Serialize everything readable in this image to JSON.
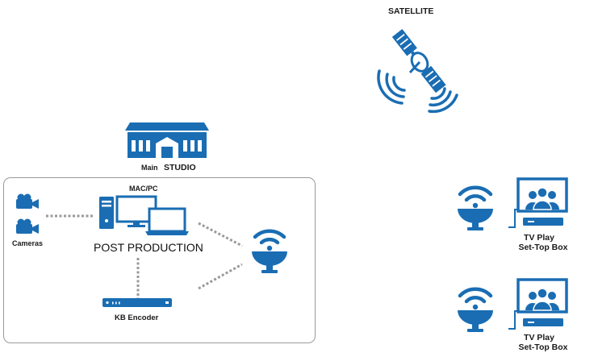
{
  "satellite": {
    "label": "SATELLITE"
  },
  "studio": {
    "label_main": "Main",
    "label_studio": "STUDIO"
  },
  "post_production": {
    "mac_pc_label": "MAC/PC",
    "cameras_label": "Cameras",
    "title": "POST PRODUCTION",
    "encoder_label": "KB Encoder"
  },
  "receivers": [
    {
      "line1": "TV Play",
      "line2": "Set-Top Box"
    },
    {
      "line1": "TV Play",
      "line2": "Set-Top Box"
    }
  ],
  "colors": {
    "brand_blue": "#1a6db3",
    "dot_gray": "#9a9a9a",
    "border_gray": "#9a9a9a"
  }
}
